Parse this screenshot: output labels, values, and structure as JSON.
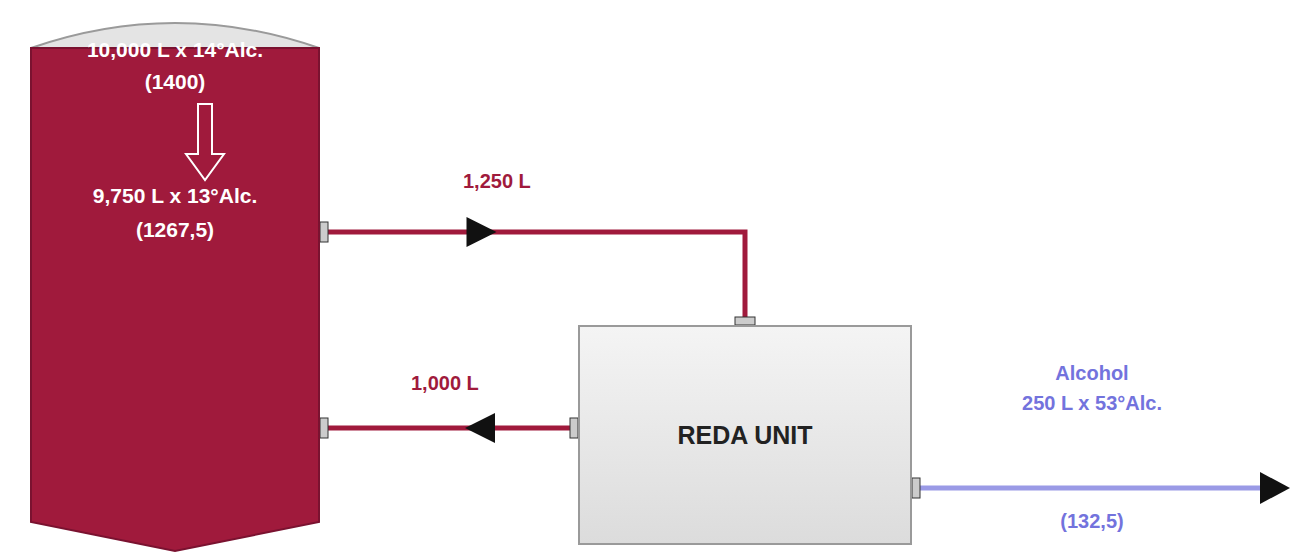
{
  "diagram": {
    "nodes": [
      {
        "text": [
          "10,000 L x 14°Alc.",
          "(1400)",
          "9,750 L x 13°Alc.",
          "(1267,5)"
        ]
      },
      {
        "text": [
          "REDA UNIT"
        ]
      }
    ],
    "edges": [
      {
        "from": 0,
        "to": 1,
        "arrow": "to",
        "label": "1,250 L"
      },
      {
        "from": 1,
        "to": 0,
        "arrow": "to",
        "label": "1,000 L"
      }
    ],
    "labels": [
      "Alcohol",
      "250 L x 53°Alc.",
      "(132,5)"
    ]
  }
}
